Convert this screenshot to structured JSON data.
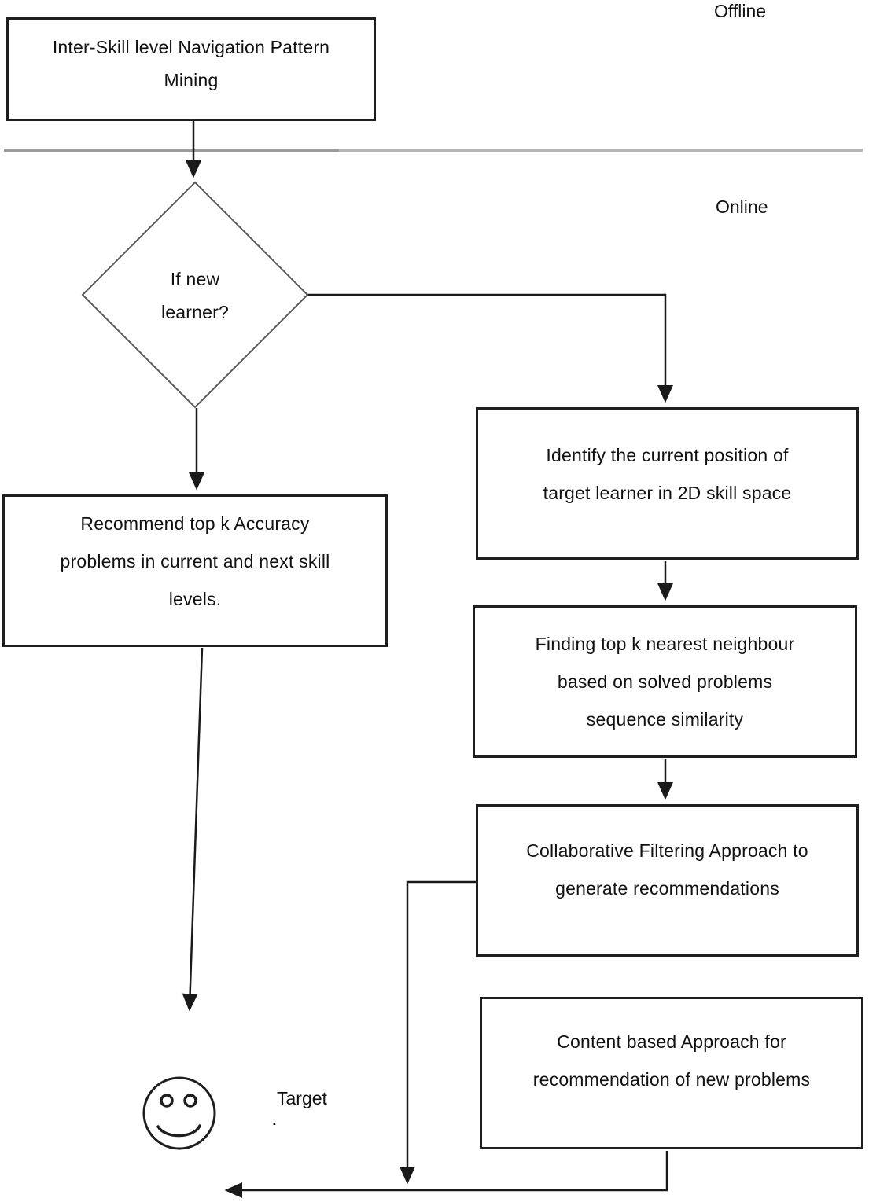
{
  "labels": {
    "offline": "Offline",
    "online": "Online",
    "target": "Target",
    "target_period": "."
  },
  "nodes": {
    "pattern_mining": {
      "lines": [
        "Inter-Skill level Navigation Pattern",
        "Mining"
      ]
    },
    "decision": {
      "lines": [
        "If new",
        "learner?"
      ]
    },
    "recommend": {
      "lines": [
        "Recommend top k Accuracy",
        "problems in current and next skill",
        "levels."
      ]
    },
    "identify": {
      "lines": [
        "Identify the current position of",
        "target learner in 2D skill space"
      ]
    },
    "neighbour": {
      "lines": [
        "Finding top k nearest neighbour",
        "based on solved problems",
        "sequence similarity"
      ]
    },
    "collaborative": {
      "lines": [
        "Collaborative Filtering Approach to",
        "generate recommendations"
      ]
    },
    "content": {
      "lines": [
        "Content based Approach for",
        "recommendation of new problems"
      ]
    }
  },
  "icons": {
    "smiley": "smiley-face-icon"
  },
  "colors": {
    "background": "#ffffff",
    "box_border": "#1f1f1f",
    "diamond_border": "#595959",
    "connector": "#1a1a1a",
    "divider_left": "#9c9c9c",
    "divider_right": "#b6b6b6",
    "text": "#111111"
  }
}
